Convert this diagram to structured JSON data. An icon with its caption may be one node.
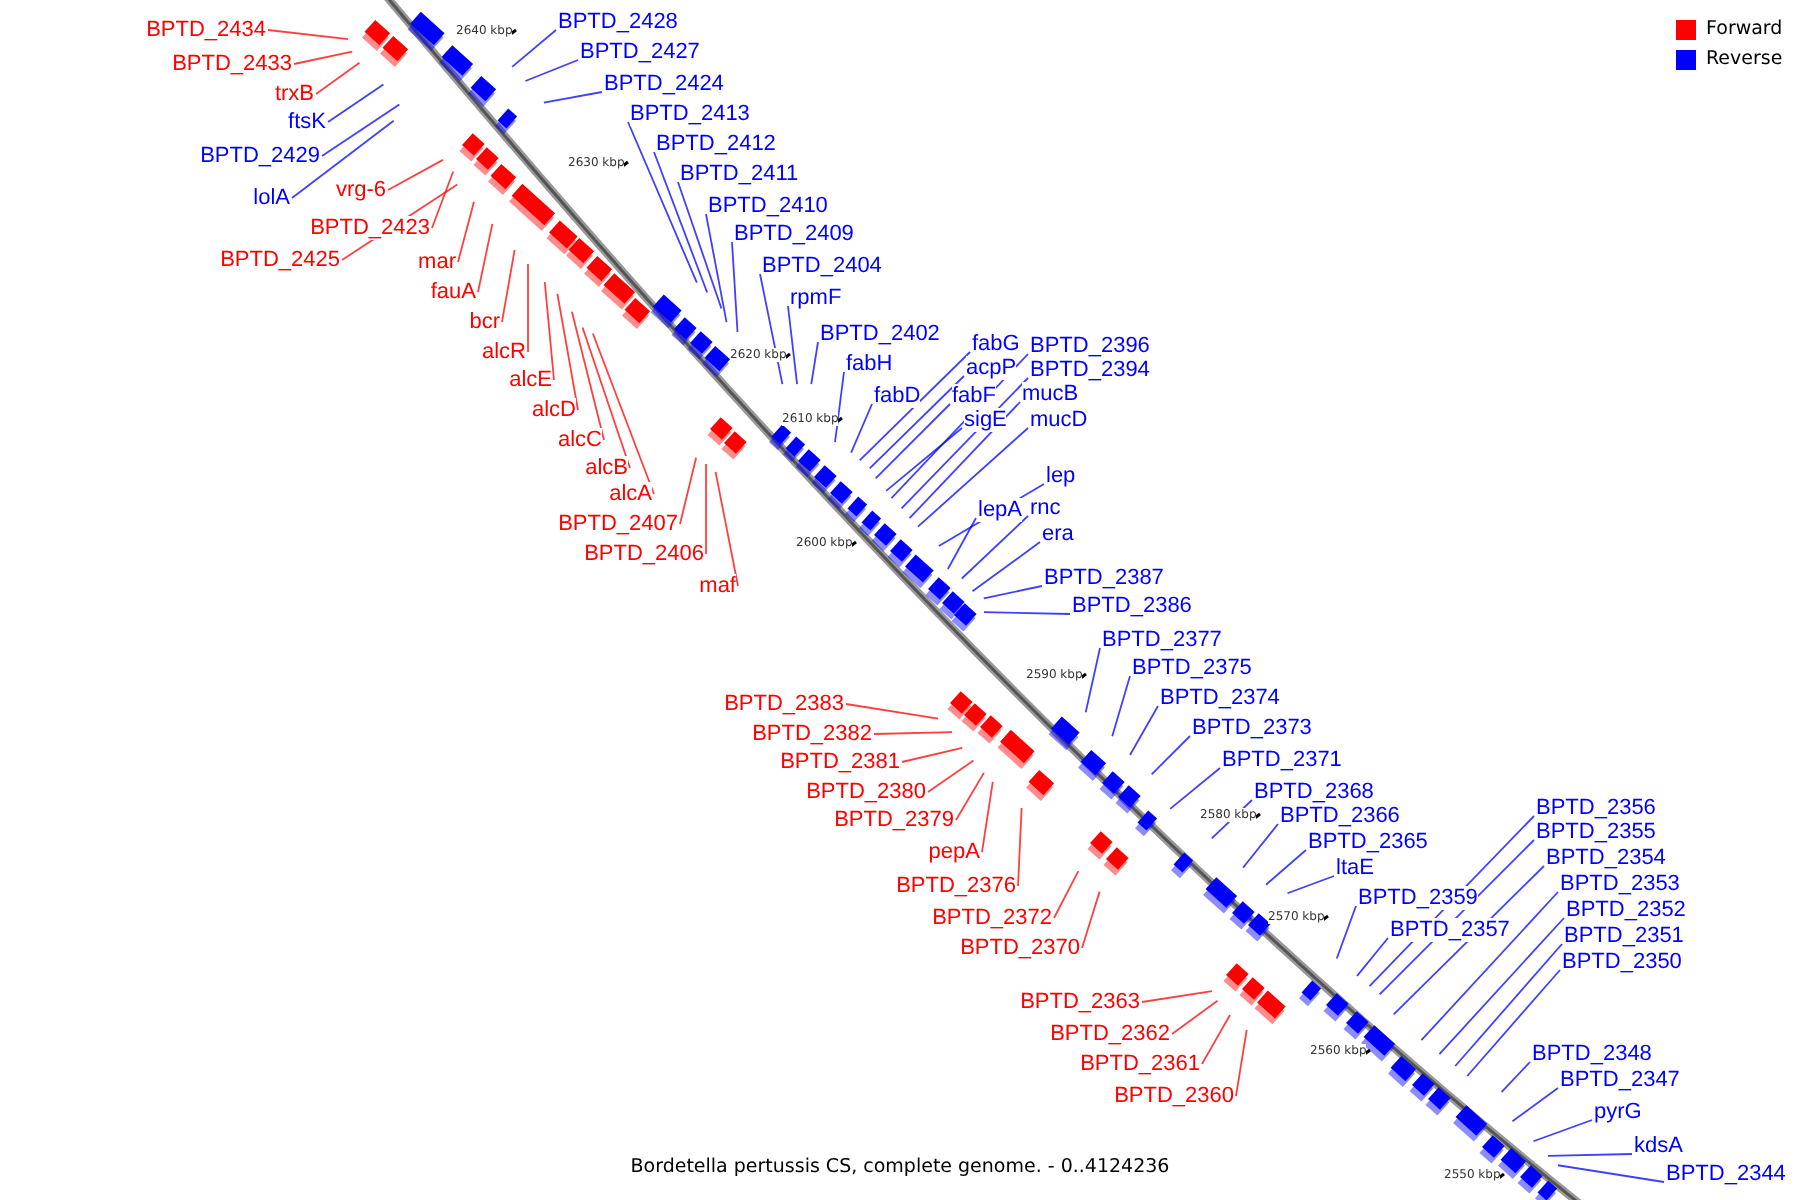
{
  "diagram": {
    "caption": "Bordetella pertussis CS, complete genome. - 0..4124236",
    "nodes": [
      {
        "text": [
          "BPTD_2434"
        ]
      },
      {
        "text": [
          "BPTD_2433"
        ]
      },
      {
        "text": [
          "trxB"
        ]
      },
      {
        "text": [
          "BPTD_2428"
        ]
      },
      {
        "text": [
          "BPTD_2427"
        ]
      },
      {
        "text": [
          "BPTD_2424"
        ]
      },
      {
        "text": [
          "ftsK"
        ]
      },
      {
        "text": [
          "BPTD_2429"
        ]
      },
      {
        "text": [
          "lolA"
        ]
      },
      {
        "text": [
          "vrg-6"
        ]
      },
      {
        "text": [
          "BPTD_2423"
        ]
      },
      {
        "text": [
          "BPTD_2425"
        ]
      },
      {
        "text": [
          "mar"
        ]
      },
      {
        "text": [
          "fauA"
        ]
      },
      {
        "text": [
          "bcr"
        ]
      },
      {
        "text": [
          "alcR"
        ]
      },
      {
        "text": [
          "alcE"
        ]
      },
      {
        "text": [
          "alcD"
        ]
      },
      {
        "text": [
          "alcC"
        ]
      },
      {
        "text": [
          "alcB"
        ]
      },
      {
        "text": [
          "alcA"
        ]
      },
      {
        "text": [
          "BPTD_2407"
        ]
      },
      {
        "text": [
          "BPTD_2406"
        ]
      },
      {
        "text": [
          "maf"
        ]
      },
      {
        "text": [
          "BPTD_2413"
        ]
      },
      {
        "text": [
          "BPTD_2412"
        ]
      },
      {
        "text": [
          "BPTD_2411"
        ]
      },
      {
        "text": [
          "BPTD_2410"
        ]
      },
      {
        "text": [
          "BPTD_2409"
        ]
      },
      {
        "text": [
          "BPTD_2404"
        ]
      },
      {
        "text": [
          "rpmF"
        ]
      },
      {
        "text": [
          "BPTD_2402"
        ]
      },
      {
        "text": [
          "fabH"
        ]
      },
      {
        "text": [
          "fabD"
        ]
      },
      {
        "text": [
          "fabG"
        ]
      },
      {
        "text": [
          "acpP"
        ]
      },
      {
        "text": [
          "fabF"
        ]
      },
      {
        "text": [
          "sigE"
        ]
      },
      {
        "text": [
          "BPTD_2396"
        ]
      },
      {
        "text": [
          "BPTD_2394"
        ]
      },
      {
        "text": [
          "mucB"
        ]
      },
      {
        "text": [
          "mucD"
        ]
      },
      {
        "text": [
          "lep"
        ]
      },
      {
        "text": [
          "lepA"
        ]
      },
      {
        "text": [
          "rnc"
        ]
      },
      {
        "text": [
          "era"
        ]
      },
      {
        "text": [
          "BPTD_2387"
        ]
      },
      {
        "text": [
          "BPTD_2386"
        ]
      },
      {
        "text": [
          "BPTD_2383"
        ]
      },
      {
        "text": [
          "BPTD_2382"
        ]
      },
      {
        "text": [
          "BPTD_2381"
        ]
      },
      {
        "text": [
          "BPTD_2380"
        ]
      },
      {
        "text": [
          "BPTD_2379"
        ]
      },
      {
        "text": [
          "pepA"
        ]
      },
      {
        "text": [
          "BPTD_2376"
        ]
      },
      {
        "text": [
          "BPTD_2372"
        ]
      },
      {
        "text": [
          "BPTD_2370"
        ]
      },
      {
        "text": [
          "BPTD_2377"
        ]
      },
      {
        "text": [
          "BPTD_2375"
        ]
      },
      {
        "text": [
          "BPTD_2374"
        ]
      },
      {
        "text": [
          "BPTD_2373"
        ]
      },
      {
        "text": [
          "BPTD_2371"
        ]
      },
      {
        "text": [
          "BPTD_2368"
        ]
      },
      {
        "text": [
          "BPTD_2366"
        ]
      },
      {
        "text": [
          "BPTD_2365"
        ]
      },
      {
        "text": [
          "ltaE"
        ]
      },
      {
        "text": [
          "BPTD_2359"
        ]
      },
      {
        "text": [
          "BPTD_2357"
        ]
      },
      {
        "text": [
          "BPTD_2356"
        ]
      },
      {
        "text": [
          "BPTD_2355"
        ]
      },
      {
        "text": [
          "BPTD_2354"
        ]
      },
      {
        "text": [
          "BPTD_2353"
        ]
      },
      {
        "text": [
          "BPTD_2352"
        ]
      },
      {
        "text": [
          "BPTD_2351"
        ]
      },
      {
        "text": [
          "BPTD_2350"
        ]
      },
      {
        "text": [
          "BPTD_2363"
        ]
      },
      {
        "text": [
          "BPTD_2362"
        ]
      },
      {
        "text": [
          "BPTD_2361"
        ]
      },
      {
        "text": [
          "BPTD_2360"
        ]
      },
      {
        "text": [
          "BPTD_2348"
        ]
      },
      {
        "text": [
          "BPTD_2347"
        ]
      },
      {
        "text": [
          "pyrG"
        ]
      },
      {
        "text": [
          "kdsA"
        ]
      },
      {
        "text": [
          "BPTD_2344"
        ]
      }
    ],
    "edges": [
      {
        "from": 0,
        "to": null,
        "arrow": "none",
        "color": "#ff0000"
      },
      {
        "from": 1,
        "to": null,
        "arrow": "none",
        "color": "#ff0000"
      },
      {
        "from": 2,
        "to": null,
        "arrow": "none",
        "color": "#ff0000"
      },
      {
        "from": 3,
        "to": null,
        "arrow": "none"
      },
      {
        "from": 4,
        "to": null,
        "arrow": "none"
      },
      {
        "from": 5,
        "to": null,
        "arrow": "none"
      },
      {
        "from": 6,
        "to": null,
        "arrow": "none"
      },
      {
        "from": 7,
        "to": null,
        "arrow": "none"
      },
      {
        "from": 8,
        "to": null,
        "arrow": "none"
      },
      {
        "from": 9,
        "to": null,
        "arrow": "none",
        "color": "#ff0000"
      },
      {
        "from": 10,
        "to": null,
        "arrow": "none",
        "color": "#ff0000"
      },
      {
        "from": 11,
        "to": null,
        "arrow": "none",
        "color": "#ff0000"
      },
      {
        "from": 12,
        "to": null,
        "arrow": "none",
        "color": "#ff0000"
      },
      {
        "from": 13,
        "to": null,
        "arrow": "none",
        "color": "#ff0000"
      },
      {
        "from": 14,
        "to": null,
        "arrow": "none",
        "color": "#ff0000"
      },
      {
        "from": 15,
        "to": null,
        "arrow": "none",
        "color": "#ff0000"
      },
      {
        "from": 16,
        "to": null,
        "arrow": "none",
        "color": "#ff0000"
      },
      {
        "from": 17,
        "to": null,
        "arrow": "none",
        "color": "#ff0000"
      },
      {
        "from": 18,
        "to": null,
        "arrow": "none",
        "color": "#ff0000"
      },
      {
        "from": 19,
        "to": null,
        "arrow": "none",
        "color": "#ff0000"
      },
      {
        "from": 20,
        "to": null,
        "arrow": "none",
        "color": "#ff0000"
      },
      {
        "from": 21,
        "to": null,
        "arrow": "none",
        "color": "#ff0000"
      },
      {
        "from": 22,
        "to": null,
        "arrow": "none",
        "color": "#ff0000"
      },
      {
        "from": 23,
        "to": null,
        "arrow": "none",
        "color": "#ff0000"
      },
      {
        "from": 24,
        "to": null,
        "arrow": "none"
      },
      {
        "from": 25,
        "to": null,
        "arrow": "none"
      },
      {
        "from": 26,
        "to": null,
        "arrow": "none"
      },
      {
        "from": 27,
        "to": null,
        "arrow": "none"
      },
      {
        "from": 28,
        "to": null,
        "arrow": "none"
      },
      {
        "from": 29,
        "to": null,
        "arrow": "none"
      },
      {
        "from": 30,
        "to": null,
        "arrow": "none"
      },
      {
        "from": 31,
        "to": null,
        "arrow": "none"
      },
      {
        "from": 32,
        "to": null,
        "arrow": "none"
      },
      {
        "from": 33,
        "to": null,
        "arrow": "none"
      },
      {
        "from": 34,
        "to": null,
        "arrow": "none"
      },
      {
        "from": 35,
        "to": null,
        "arrow": "none"
      },
      {
        "from": 36,
        "to": null,
        "arrow": "none"
      },
      {
        "from": 37,
        "to": null,
        "arrow": "none"
      },
      {
        "from": 38,
        "to": null,
        "arrow": "none"
      },
      {
        "from": 39,
        "to": null,
        "arrow": "none"
      },
      {
        "from": 40,
        "to": null,
        "arrow": "none"
      },
      {
        "from": 41,
        "to": null,
        "arrow": "none"
      },
      {
        "from": 42,
        "to": null,
        "arrow": "none"
      },
      {
        "from": 43,
        "to": null,
        "arrow": "none"
      },
      {
        "from": 44,
        "to": null,
        "arrow": "none"
      },
      {
        "from": 45,
        "to": null,
        "arrow": "none"
      },
      {
        "from": 46,
        "to": null,
        "arrow": "none"
      },
      {
        "from": 47,
        "to": null,
        "arrow": "none"
      },
      {
        "from": 48,
        "to": null,
        "arrow": "none",
        "color": "#ff0000"
      },
      {
        "from": 49,
        "to": null,
        "arrow": "none",
        "color": "#ff0000"
      },
      {
        "from": 50,
        "to": null,
        "arrow": "none",
        "color": "#ff0000"
      },
      {
        "from": 51,
        "to": null,
        "arrow": "none",
        "color": "#ff0000"
      },
      {
        "from": 52,
        "to": null,
        "arrow": "none",
        "color": "#ff0000"
      },
      {
        "from": 53,
        "to": null,
        "arrow": "none",
        "color": "#ff0000"
      },
      {
        "from": 54,
        "to": null,
        "arrow": "none",
        "color": "#ff0000"
      },
      {
        "from": 55,
        "to": null,
        "arrow": "none",
        "color": "#ff0000"
      },
      {
        "from": 56,
        "to": null,
        "arrow": "none",
        "color": "#ff0000"
      },
      {
        "from": 57,
        "to": null,
        "arrow": "none"
      },
      {
        "from": 58,
        "to": null,
        "arrow": "none"
      },
      {
        "from": 59,
        "to": null,
        "arrow": "none"
      },
      {
        "from": 60,
        "to": null,
        "arrow": "none"
      },
      {
        "from": 61,
        "to": null,
        "arrow": "none"
      },
      {
        "from": 62,
        "to": null,
        "arrow": "none"
      },
      {
        "from": 63,
        "to": null,
        "arrow": "none"
      },
      {
        "from": 64,
        "to": null,
        "arrow": "none"
      },
      {
        "from": 65,
        "to": null,
        "arrow": "none"
      },
      {
        "from": 66,
        "to": null,
        "arrow": "none"
      },
      {
        "from": 67,
        "to": null,
        "arrow": "none"
      },
      {
        "from": 68,
        "to": null,
        "arrow": "none"
      },
      {
        "from": 69,
        "to": null,
        "arrow": "none"
      },
      {
        "from": 70,
        "to": null,
        "arrow": "none"
      },
      {
        "from": 71,
        "to": null,
        "arrow": "none"
      },
      {
        "from": 72,
        "to": null,
        "arrow": "none"
      },
      {
        "from": 73,
        "to": null,
        "arrow": "none"
      },
      {
        "from": 74,
        "to": null,
        "arrow": "none"
      },
      {
        "from": 75,
        "to": null,
        "arrow": "none",
        "color": "#ff0000"
      },
      {
        "from": 76,
        "to": null,
        "arrow": "none",
        "color": "#ff0000"
      },
      {
        "from": 77,
        "to": null,
        "arrow": "none",
        "color": "#ff0000"
      },
      {
        "from": 78,
        "to": null,
        "arrow": "none",
        "color": "#ff0000"
      },
      {
        "from": 79,
        "to": null,
        "arrow": "none"
      },
      {
        "from": 80,
        "to": null,
        "arrow": "none"
      },
      {
        "from": 81,
        "to": null,
        "arrow": "none"
      },
      {
        "from": 82,
        "to": null,
        "arrow": "none"
      },
      {
        "from": 83,
        "to": null,
        "arrow": "none"
      }
    ],
    "labels": [
      "2640 kbp",
      "2630 kbp",
      "2620 kbp",
      "2610 kbp",
      "2600 kbp",
      "2590 kbp",
      "2580 kbp",
      "2570 kbp",
      "2560 kbp",
      "2550 kbp"
    ],
    "legend": [
      {
        "text": "Forward",
        "color": "#ff0000"
      },
      {
        "text": "Reverse",
        "color": "#0000ff"
      }
    ]
  }
}
